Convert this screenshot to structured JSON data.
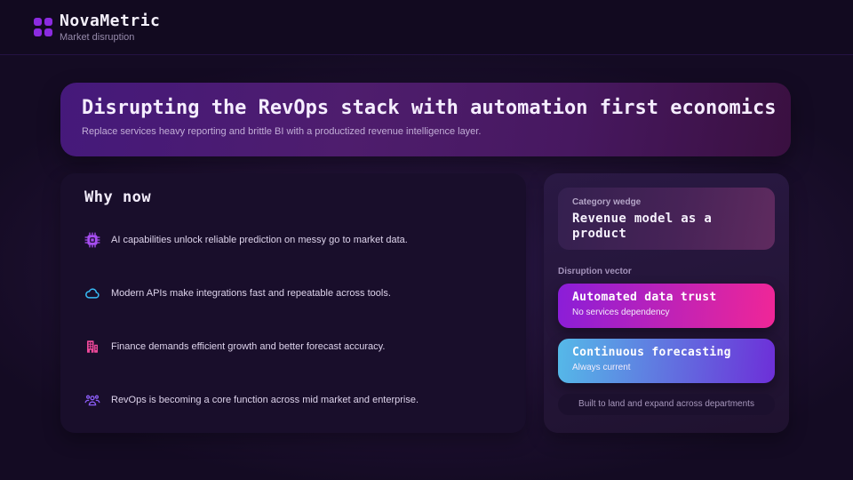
{
  "brand": {
    "name": "NovaMetric",
    "tagline": "Market disruption"
  },
  "hero": {
    "title": "Disrupting the RevOps stack with automation first economics",
    "subtitle": "Replace services heavy reporting and brittle BI with a productized revenue intelligence layer."
  },
  "why_now": {
    "heading": "Why now",
    "items": [
      {
        "icon": "chip-icon",
        "color": "#a64df0",
        "text": "AI capabilities unlock reliable prediction on messy go to market data."
      },
      {
        "icon": "cloud-icon",
        "color": "#38bdf8",
        "text": "Modern APIs make integrations fast and repeatable across tools."
      },
      {
        "icon": "building-icon",
        "color": "#ec4899",
        "text": "Finance demands efficient growth and better forecast accuracy."
      },
      {
        "icon": "team-icon",
        "color": "#8b5cf6",
        "text": "RevOps is becoming a core function across mid market and enterprise."
      }
    ]
  },
  "wedge_panel": {
    "category_label": "Category wedge",
    "category_title": "Revenue model as a product",
    "vector_label": "Disruption vector",
    "chips": [
      {
        "title": "Automated data trust",
        "subtitle": "No services dependency",
        "gradient_start": "#8a1ed8",
        "gradient_end": "#f02697"
      },
      {
        "title": "Continuous forecasting",
        "subtitle": "Always current",
        "gradient_start": "#55b9e8",
        "gradient_end": "#6d2fd8"
      }
    ],
    "footnote": "Built to land and expand across departments"
  },
  "colors": {
    "background": "#140b23",
    "header_background": "#120a20",
    "hero_gradient_start": "#45197b",
    "hero_gradient_end": "#3a1040",
    "card_background": "#190e2b",
    "panel_background": "#2a1944",
    "logo_accent": "#8b2be0"
  }
}
